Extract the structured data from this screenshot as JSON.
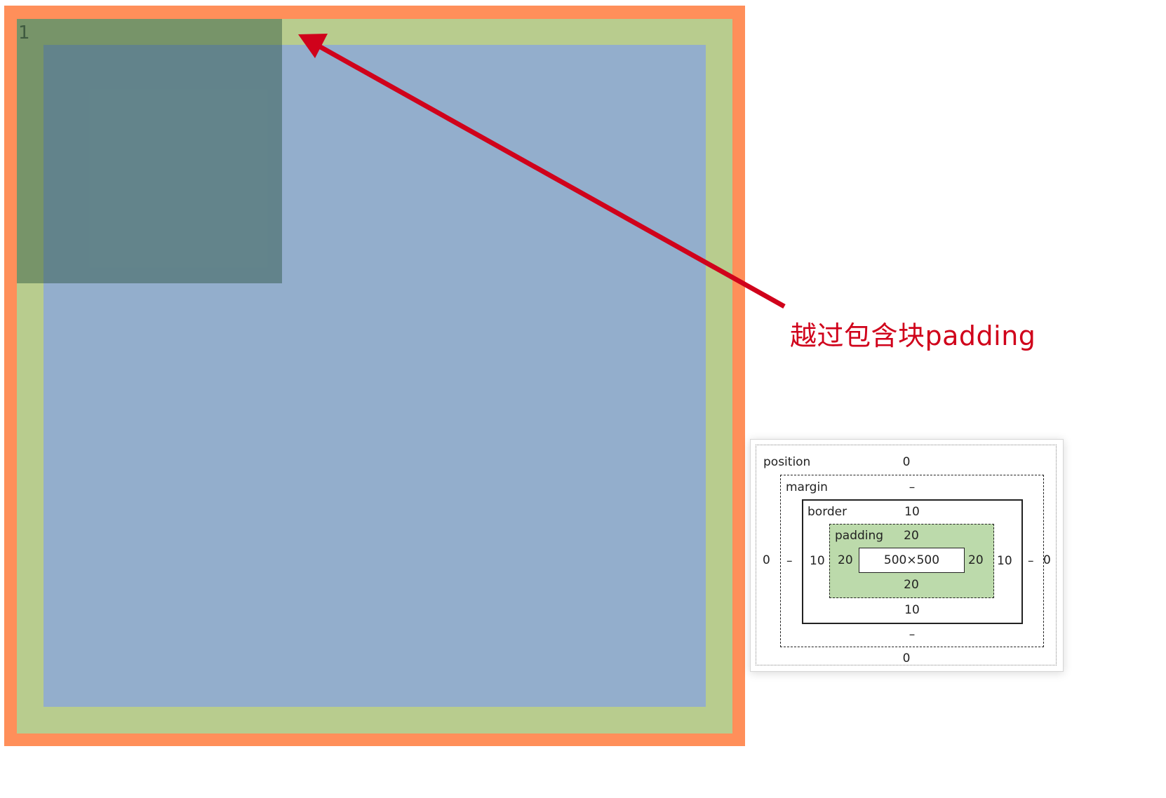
{
  "element": {
    "child_label": "1",
    "colors": {
      "border": "#FF8F5A",
      "padding": "#B8CC8E",
      "content": "#93AECC",
      "child": "rgba(40,80,60,0.45)"
    }
  },
  "annotation": {
    "note": "越过包含块padding",
    "color": "#D0021B"
  },
  "box_model": {
    "position": {
      "label": "position",
      "top": "0",
      "right": "0",
      "bottom": "0",
      "left": "0"
    },
    "margin": {
      "label": "margin",
      "top": "–",
      "right": "–",
      "bottom": "–",
      "left": "–"
    },
    "border": {
      "label": "border",
      "top": "10",
      "right": "10",
      "bottom": "10",
      "left": "10"
    },
    "padding": {
      "label": "padding",
      "top": "20",
      "right": "20",
      "bottom": "20",
      "left": "20"
    },
    "content": {
      "size": "500×500"
    }
  }
}
